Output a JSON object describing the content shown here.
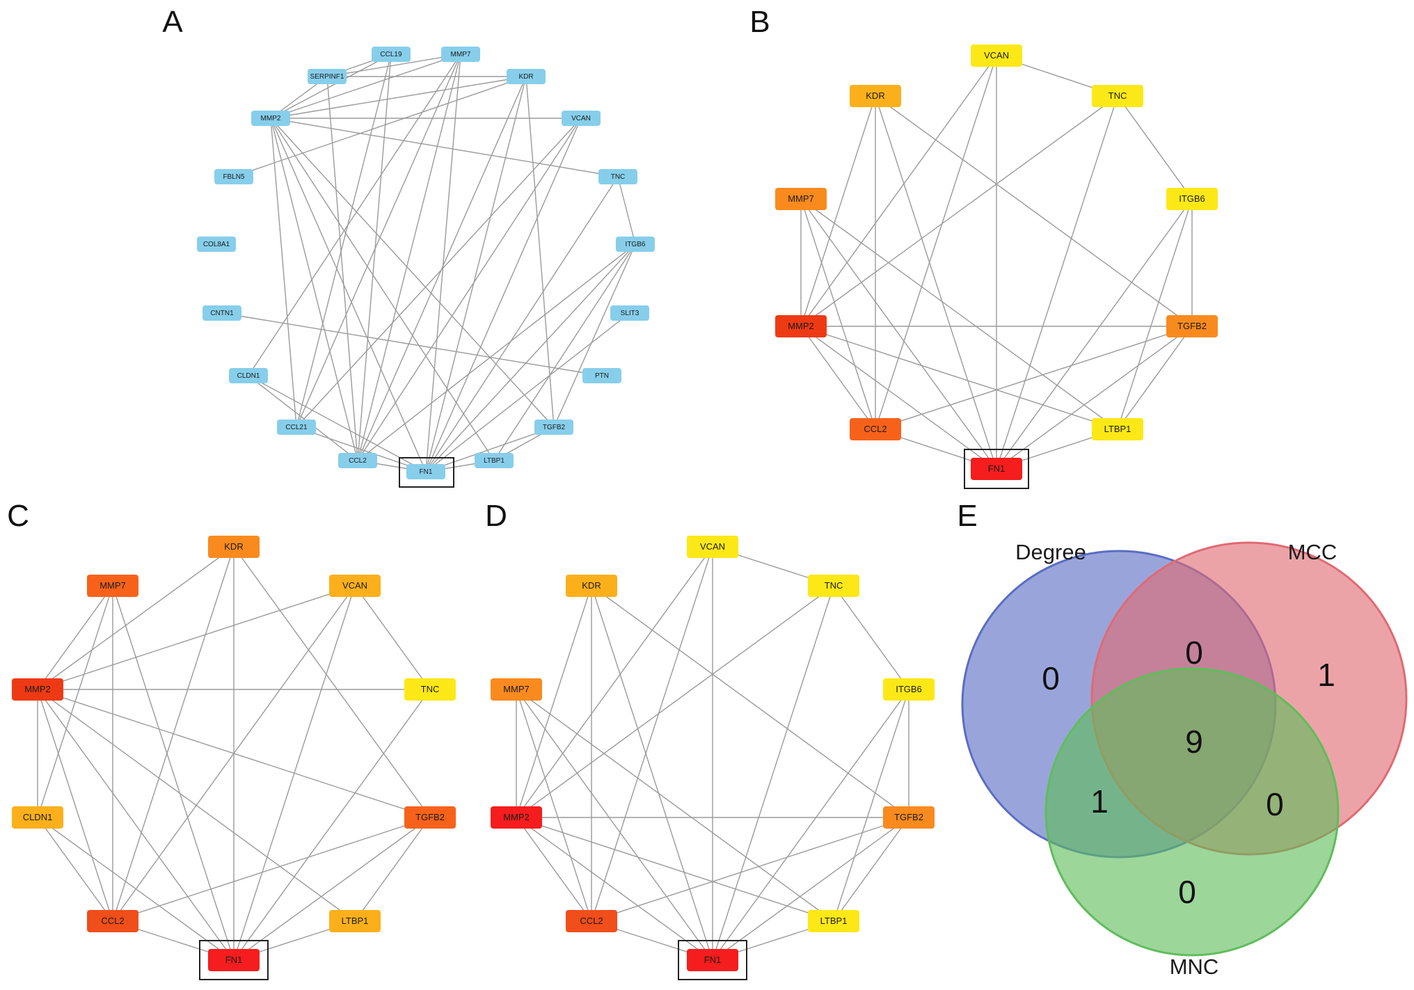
{
  "panels": [
    {
      "id": "A",
      "label": "A",
      "nodes": [
        {
          "id": "CCL19",
          "label": "CCL19",
          "color": "#87ceeb"
        },
        {
          "id": "MMP7",
          "label": "MMP7",
          "color": "#87ceeb"
        },
        {
          "id": "SERPINF1",
          "label": "SERPINF1",
          "color": "#87ceeb"
        },
        {
          "id": "KDR",
          "label": "KDR",
          "color": "#87ceeb"
        },
        {
          "id": "MMP2",
          "label": "MMP2",
          "color": "#87ceeb"
        },
        {
          "id": "VCAN",
          "label": "VCAN",
          "color": "#87ceeb"
        },
        {
          "id": "FBLN5",
          "label": "FBLN5",
          "color": "#87ceeb"
        },
        {
          "id": "TNC",
          "label": "TNC",
          "color": "#87ceeb"
        },
        {
          "id": "COL8A1",
          "label": "COL8A1",
          "color": "#87ceeb"
        },
        {
          "id": "ITGB6",
          "label": "ITGB6",
          "color": "#87ceeb"
        },
        {
          "id": "CNTN1",
          "label": "CNTN1",
          "color": "#87ceeb"
        },
        {
          "id": "SLIT3",
          "label": "SLIT3",
          "color": "#87ceeb"
        },
        {
          "id": "CLDN1",
          "label": "CLDN1",
          "color": "#87ceeb"
        },
        {
          "id": "PTN",
          "label": "PTN",
          "color": "#87ceeb"
        },
        {
          "id": "CCL21",
          "label": "CCL21",
          "color": "#87ceeb"
        },
        {
          "id": "TGFB2",
          "label": "TGFB2",
          "color": "#87ceeb"
        },
        {
          "id": "CCL2",
          "label": "CCL2",
          "color": "#87ceeb"
        },
        {
          "id": "LTBP1",
          "label": "LTBP1",
          "color": "#87ceeb"
        },
        {
          "id": "FN1",
          "label": "FN1",
          "color": "#87ceeb",
          "boxed": true
        }
      ],
      "edges": [
        [
          "SERPINF1",
          "CCL19"
        ],
        [
          "SERPINF1",
          "MMP7"
        ],
        [
          "SERPINF1",
          "KDR"
        ],
        [
          "SERPINF1",
          "CCL2"
        ],
        [
          "CCL19",
          "CCL2"
        ],
        [
          "CCL19",
          "CCL21"
        ],
        [
          "MMP7",
          "MMP2"
        ],
        [
          "MMP7",
          "CCL2"
        ],
        [
          "MMP7",
          "FN1"
        ],
        [
          "MMP7",
          "CLDN1"
        ],
        [
          "MMP7",
          "CCL21"
        ],
        [
          "KDR",
          "MMP2"
        ],
        [
          "KDR",
          "FN1"
        ],
        [
          "KDR",
          "TGFB2"
        ],
        [
          "KDR",
          "CCL2"
        ],
        [
          "KDR",
          "FBLN5"
        ],
        [
          "MMP2",
          "VCAN"
        ],
        [
          "MMP2",
          "TNC"
        ],
        [
          "MMP2",
          "CCL19"
        ],
        [
          "MMP2",
          "FN1"
        ],
        [
          "MMP2",
          "TGFB2"
        ],
        [
          "MMP2",
          "CCL2"
        ],
        [
          "MMP2",
          "LTBP1"
        ],
        [
          "MMP2",
          "CCL21"
        ],
        [
          "MMP2",
          "SERPINF1"
        ],
        [
          "VCAN",
          "CCL2"
        ],
        [
          "VCAN",
          "CCL21"
        ],
        [
          "VCAN",
          "FN1"
        ],
        [
          "TNC",
          "ITGB6"
        ],
        [
          "TNC",
          "FN1"
        ],
        [
          "ITGB6",
          "FN1"
        ],
        [
          "ITGB6",
          "TGFB2"
        ],
        [
          "ITGB6",
          "LTBP1"
        ],
        [
          "ITGB6",
          "CCL2"
        ],
        [
          "CNTN1",
          "PTN"
        ],
        [
          "SLIT3",
          "FN1"
        ],
        [
          "CLDN1",
          "FN1"
        ],
        [
          "CLDN1",
          "CCL2"
        ],
        [
          "TGFB2",
          "FN1"
        ],
        [
          "TGFB2",
          "LTBP1"
        ],
        [
          "CCL2",
          "FN1"
        ],
        [
          "LTBP1",
          "FN1"
        ],
        [
          "CCL21",
          "FN1"
        ]
      ]
    },
    {
      "id": "B",
      "label": "B",
      "nodes": [
        {
          "id": "VCAN",
          "label": "VCAN",
          "color": "#fde817"
        },
        {
          "id": "KDR",
          "label": "KDR",
          "color": "#fbb01b"
        },
        {
          "id": "TNC",
          "label": "TNC",
          "color": "#fde817"
        },
        {
          "id": "MMP7",
          "label": "MMP7",
          "color": "#f98a1e"
        },
        {
          "id": "ITGB6",
          "label": "ITGB6",
          "color": "#fde817"
        },
        {
          "id": "MMP2",
          "label": "MMP2",
          "color": "#ee3a14"
        },
        {
          "id": "TGFB2",
          "label": "TGFB2",
          "color": "#f98a1e"
        },
        {
          "id": "CCL2",
          "label": "CCL2",
          "color": "#f7621b"
        },
        {
          "id": "LTBP1",
          "label": "LTBP1",
          "color": "#fde817"
        },
        {
          "id": "FN1",
          "label": "FN1",
          "color": "#f51d1d",
          "boxed": true
        }
      ],
      "edges": [
        [
          "VCAN",
          "TNC"
        ],
        [
          "VCAN",
          "FN1"
        ],
        [
          "VCAN",
          "MMP2"
        ],
        [
          "VCAN",
          "CCL2"
        ],
        [
          "KDR",
          "MMP2"
        ],
        [
          "KDR",
          "FN1"
        ],
        [
          "KDR",
          "TGFB2"
        ],
        [
          "KDR",
          "CCL2"
        ],
        [
          "TNC",
          "ITGB6"
        ],
        [
          "TNC",
          "MMP2"
        ],
        [
          "TNC",
          "FN1"
        ],
        [
          "MMP7",
          "MMP2"
        ],
        [
          "MMP7",
          "FN1"
        ],
        [
          "MMP7",
          "CCL2"
        ],
        [
          "MMP7",
          "LTBP1"
        ],
        [
          "ITGB6",
          "TGFB2"
        ],
        [
          "ITGB6",
          "FN1"
        ],
        [
          "ITGB6",
          "LTBP1"
        ],
        [
          "MMP2",
          "TGFB2"
        ],
        [
          "MMP2",
          "FN1"
        ],
        [
          "MMP2",
          "CCL2"
        ],
        [
          "MMP2",
          "LTBP1"
        ],
        [
          "TGFB2",
          "FN1"
        ],
        [
          "TGFB2",
          "LTBP1"
        ],
        [
          "TGFB2",
          "CCL2"
        ],
        [
          "CCL2",
          "FN1"
        ],
        [
          "LTBP1",
          "FN1"
        ]
      ]
    },
    {
      "id": "C",
      "label": "C",
      "nodes": [
        {
          "id": "KDR",
          "label": "KDR",
          "color": "#f98a1e"
        },
        {
          "id": "MMP7",
          "label": "MMP7",
          "color": "#f7621b"
        },
        {
          "id": "VCAN",
          "label": "VCAN",
          "color": "#fbb01b"
        },
        {
          "id": "MMP2",
          "label": "MMP2",
          "color": "#ee3a14"
        },
        {
          "id": "TNC",
          "label": "TNC",
          "color": "#fde817"
        },
        {
          "id": "CLDN1",
          "label": "CLDN1",
          "color": "#fbb01b"
        },
        {
          "id": "TGFB2",
          "label": "TGFB2",
          "color": "#f7621b"
        },
        {
          "id": "CCL2",
          "label": "CCL2",
          "color": "#f04e1a"
        },
        {
          "id": "LTBP1",
          "label": "LTBP1",
          "color": "#fbb01b"
        },
        {
          "id": "FN1",
          "label": "FN1",
          "color": "#f51d1d",
          "boxed": true
        }
      ],
      "edges": [
        [
          "KDR",
          "MMP2"
        ],
        [
          "KDR",
          "FN1"
        ],
        [
          "KDR",
          "TGFB2"
        ],
        [
          "KDR",
          "CCL2"
        ],
        [
          "MMP7",
          "MMP2"
        ],
        [
          "MMP7",
          "CCL2"
        ],
        [
          "MMP7",
          "FN1"
        ],
        [
          "MMP7",
          "CLDN1"
        ],
        [
          "VCAN",
          "MMP2"
        ],
        [
          "VCAN",
          "TNC"
        ],
        [
          "VCAN",
          "FN1"
        ],
        [
          "VCAN",
          "CCL2"
        ],
        [
          "MMP2",
          "TNC"
        ],
        [
          "MMP2",
          "CLDN1"
        ],
        [
          "MMP2",
          "TGFB2"
        ],
        [
          "MMP2",
          "CCL2"
        ],
        [
          "MMP2",
          "FN1"
        ],
        [
          "MMP2",
          "LTBP1"
        ],
        [
          "TNC",
          "FN1"
        ],
        [
          "CLDN1",
          "CCL2"
        ],
        [
          "CLDN1",
          "FN1"
        ],
        [
          "TGFB2",
          "FN1"
        ],
        [
          "TGFB2",
          "LTBP1"
        ],
        [
          "TGFB2",
          "CCL2"
        ],
        [
          "CCL2",
          "FN1"
        ],
        [
          "LTBP1",
          "FN1"
        ]
      ]
    },
    {
      "id": "D",
      "label": "D",
      "nodes": [
        {
          "id": "VCAN",
          "label": "VCAN",
          "color": "#fde817"
        },
        {
          "id": "KDR",
          "label": "KDR",
          "color": "#fbb01b"
        },
        {
          "id": "TNC",
          "label": "TNC",
          "color": "#fde817"
        },
        {
          "id": "MMP7",
          "label": "MMP7",
          "color": "#f98a1e"
        },
        {
          "id": "ITGB6",
          "label": "ITGB6",
          "color": "#fde817"
        },
        {
          "id": "MMP2",
          "label": "MMP2",
          "color": "#f51d1d"
        },
        {
          "id": "TGFB2",
          "label": "TGFB2",
          "color": "#f98a1e"
        },
        {
          "id": "CCL2",
          "label": "CCL2",
          "color": "#f04e1a"
        },
        {
          "id": "LTBP1",
          "label": "LTBP1",
          "color": "#fde817"
        },
        {
          "id": "FN1",
          "label": "FN1",
          "color": "#f51d1d",
          "boxed": true
        }
      ],
      "edges": [
        [
          "VCAN",
          "TNC"
        ],
        [
          "VCAN",
          "FN1"
        ],
        [
          "VCAN",
          "MMP2"
        ],
        [
          "VCAN",
          "CCL2"
        ],
        [
          "KDR",
          "MMP2"
        ],
        [
          "KDR",
          "FN1"
        ],
        [
          "KDR",
          "TGFB2"
        ],
        [
          "KDR",
          "CCL2"
        ],
        [
          "TNC",
          "ITGB6"
        ],
        [
          "TNC",
          "MMP2"
        ],
        [
          "TNC",
          "FN1"
        ],
        [
          "MMP7",
          "MMP2"
        ],
        [
          "MMP7",
          "FN1"
        ],
        [
          "MMP7",
          "CCL2"
        ],
        [
          "MMP7",
          "LTBP1"
        ],
        [
          "ITGB6",
          "TGFB2"
        ],
        [
          "ITGB6",
          "FN1"
        ],
        [
          "ITGB6",
          "LTBP1"
        ],
        [
          "MMP2",
          "TGFB2"
        ],
        [
          "MMP2",
          "FN1"
        ],
        [
          "MMP2",
          "CCL2"
        ],
        [
          "MMP2",
          "LTBP1"
        ],
        [
          "TGFB2",
          "FN1"
        ],
        [
          "TGFB2",
          "LTBP1"
        ],
        [
          "TGFB2",
          "CCL2"
        ],
        [
          "CCL2",
          "FN1"
        ],
        [
          "LTBP1",
          "FN1"
        ]
      ]
    }
  ],
  "venn": {
    "label": "E",
    "sets": [
      {
        "name": "Degree",
        "color": "#5a6dc4"
      },
      {
        "name": "MCC",
        "color": "#e06a72"
      },
      {
        "name": "MNC",
        "color": "#5fbd5a"
      }
    ],
    "regions": {
      "degree_only": "0",
      "mcc_only": "1",
      "mnc_only": "0",
      "degree_mcc": "0",
      "degree_mnc": "1",
      "mcc_mnc": "0",
      "all_three": "9"
    }
  },
  "colors": {
    "edge": "#9a9a9a",
    "highlight_box": "#222222"
  }
}
